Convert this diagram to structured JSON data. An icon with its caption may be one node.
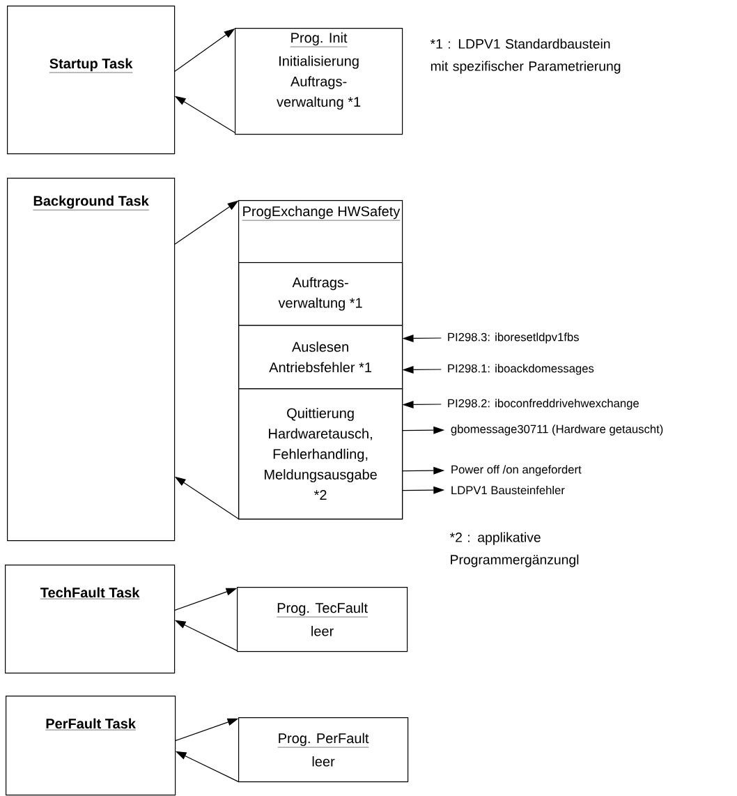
{
  "diagram": {
    "nodes": [
      {
        "text": [
          "Startup Task"
        ]
      },
      {
        "text": [
          "Prog. Init",
          "Initialisierung Auftrags- verwaltung *1"
        ]
      },
      {
        "text": [
          "Background Task"
        ]
      },
      {
        "text": [
          "ProgExchange HWSafety"
        ]
      },
      {
        "text": [
          "Auftrags- verwaltung *1"
        ],
        "in": 3
      },
      {
        "text": [
          "Auslesen Antriebsfehler *1"
        ],
        "in": 3
      },
      {
        "text": [
          "Quittierung Hardwaretausch, Fehlerhandling, Meldungsausgabe *2"
        ],
        "in": 3
      },
      {
        "text": [
          "PI298.3: iboresetldpv1fbs"
        ]
      },
      {
        "text": [
          "PI298.1: iboackdomessages"
        ]
      },
      {
        "text": [
          "PI298.2: iboconfreddrivehwexchange"
        ]
      },
      {
        "text": [
          "gbomessage30711 (Hardware getauscht)"
        ]
      },
      {
        "text": [
          "Power off /on angefordert"
        ]
      },
      {
        "text": [
          "LDPV1 Bausteinfehler"
        ]
      },
      {
        "text": [
          "TechFault Task"
        ]
      },
      {
        "text": [
          "Prog. TecFault",
          "leer"
        ]
      },
      {
        "text": [
          "PerFault Task"
        ]
      },
      {
        "text": [
          "Prog. PerFault",
          "leer"
        ]
      }
    ],
    "edges": [
      {
        "from": 0,
        "to": 1,
        "arrow": "to"
      },
      {
        "from": 1,
        "to": 0,
        "arrow": "to"
      },
      {
        "from": 2,
        "to": 3,
        "arrow": "to"
      },
      {
        "from": 3,
        "to": 2,
        "arrow": "to"
      },
      {
        "from": 7,
        "to": 5,
        "arrow": "to"
      },
      {
        "from": 8,
        "to": 5,
        "arrow": "to"
      },
      {
        "from": 9,
        "to": 6,
        "arrow": "to"
      },
      {
        "from": 6,
        "to": 10,
        "arrow": "to"
      },
      {
        "from": 6,
        "to": 11,
        "arrow": "to"
      },
      {
        "from": 6,
        "to": 12,
        "arrow": "to"
      },
      {
        "from": 13,
        "to": 14,
        "arrow": "to"
      },
      {
        "from": 14,
        "to": 13,
        "arrow": "to"
      },
      {
        "from": 15,
        "to": 16,
        "arrow": "to"
      },
      {
        "from": 16,
        "to": 15,
        "arrow": "to"
      }
    ],
    "labels": [
      "*1 : LDPV1 Standardbaustein mit spezifischer Parametrierung",
      "*2 : applikative Programmergänzungl"
    ]
  }
}
